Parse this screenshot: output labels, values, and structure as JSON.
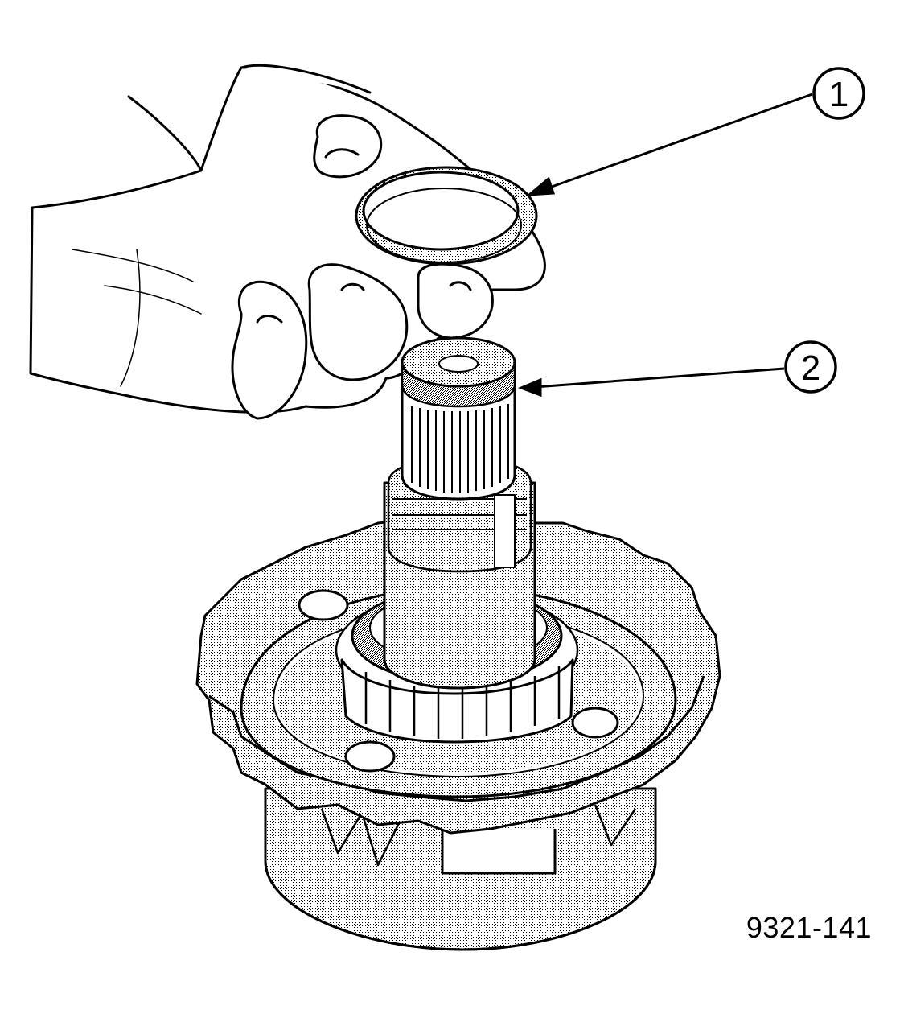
{
  "callouts": [
    {
      "number": "1"
    },
    {
      "number": "2"
    }
  ],
  "figure_id": "9321-141"
}
